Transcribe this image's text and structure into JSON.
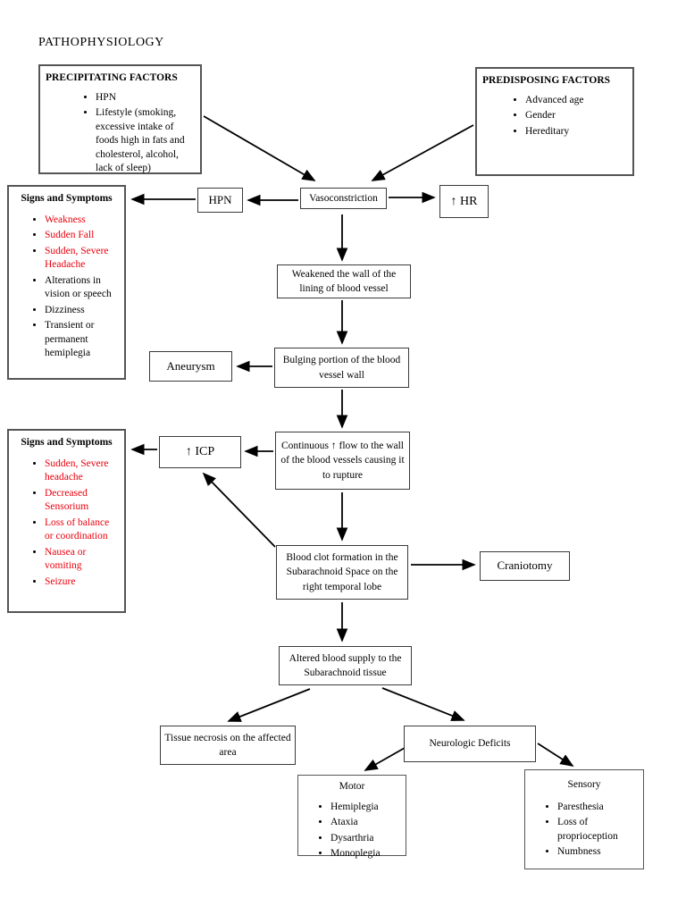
{
  "colors": {
    "symptom_text": "#e8000d",
    "line": "#000000"
  },
  "title": "PATHOPHYSIOLOGY",
  "precipitating": {
    "header": "PRECIPITATING FACTORS",
    "items": [
      "HPN",
      "Lifestyle (smoking, excessive intake of foods high in fats and cholesterol, alcohol, lack of sleep)"
    ]
  },
  "predisposing": {
    "header": "PREDISPOSING FACTORS",
    "items": [
      "Advanced age",
      "Gender",
      "Hereditary"
    ]
  },
  "signs1": {
    "header": "Signs and Symptoms",
    "red_items": [
      "Weakness",
      "Sudden Fall",
      "Sudden, Severe Headache"
    ],
    "black_items": [
      "Alterations in vision or speech",
      "Dizziness",
      "Transient or permanent hemiplegia"
    ]
  },
  "signs2": {
    "header": "Signs and Symptoms",
    "red_items": [
      "Sudden, Severe headache",
      "Decreased Sensorium",
      "Loss of balance or coordination",
      "Nausea or vomiting",
      "Seizure"
    ]
  },
  "nodes": {
    "hpn": "HPN",
    "vasoconstriction": "Vasoconstriction",
    "hr": "↑ HR",
    "weakened": "Weakened the wall of the lining of blood vessel",
    "aneurysm": "Aneurysm",
    "bulging": "Bulging portion of the blood vessel wall",
    "icp": "↑ ICP",
    "continuous": "Continuous ↑ flow to the wall of the blood vessels causing it to rupture",
    "blood_clot": "Blood clot formation in the Subarachnoid Space on the right temporal lobe",
    "craniotomy": "Craniotomy",
    "altered": "Altered blood supply to the Subarachnoid tissue",
    "tissue_necrosis": "Tissue necrosis on the affected area",
    "neurologic": "Neurologic Deficits"
  },
  "motor": {
    "header": "Motor",
    "items": [
      "Hemiplegia",
      "Ataxia",
      "Dysarthria",
      "Monoplegia"
    ]
  },
  "sensory": {
    "header": "Sensory",
    "items": [
      "Paresthesia",
      "Loss of proprioception",
      "Numbness"
    ]
  }
}
